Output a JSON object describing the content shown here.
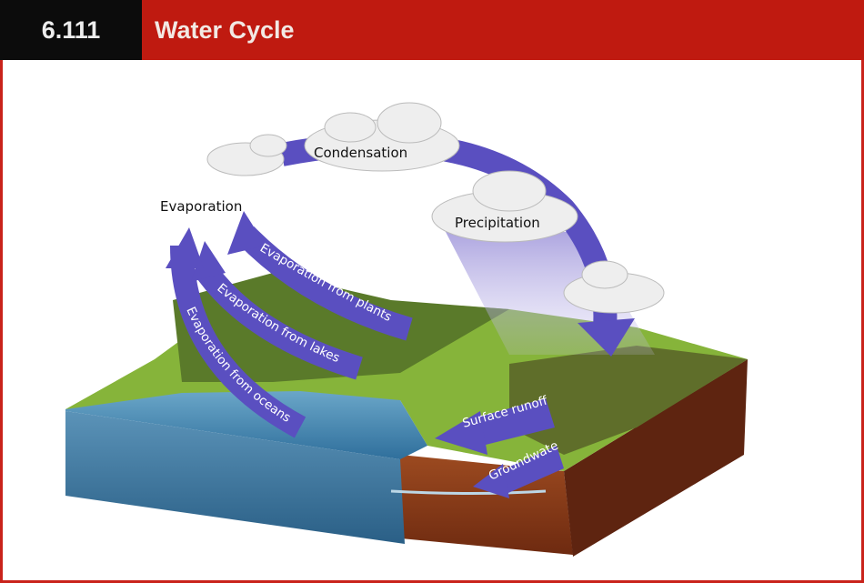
{
  "header": {
    "number": "6.111",
    "title": "Water Cycle"
  },
  "labels": {
    "evaporation": "Evaporation",
    "condensation": "Condensation",
    "precipitation": "Precipitation",
    "evap_plants": "Evaporation from plants",
    "evap_lakes": "Evaporation from lakes",
    "evap_oceans": "Evaporation from oceans",
    "surface_runoff": "Surface runoff",
    "groundwater": "Groundwater"
  },
  "colors": {
    "header_red": "#bf1a10",
    "arrow_purple": "#5a4fc0",
    "ocean": "#4a86b0",
    "land": "#8cb83a",
    "soil": "#8a3a1a"
  }
}
